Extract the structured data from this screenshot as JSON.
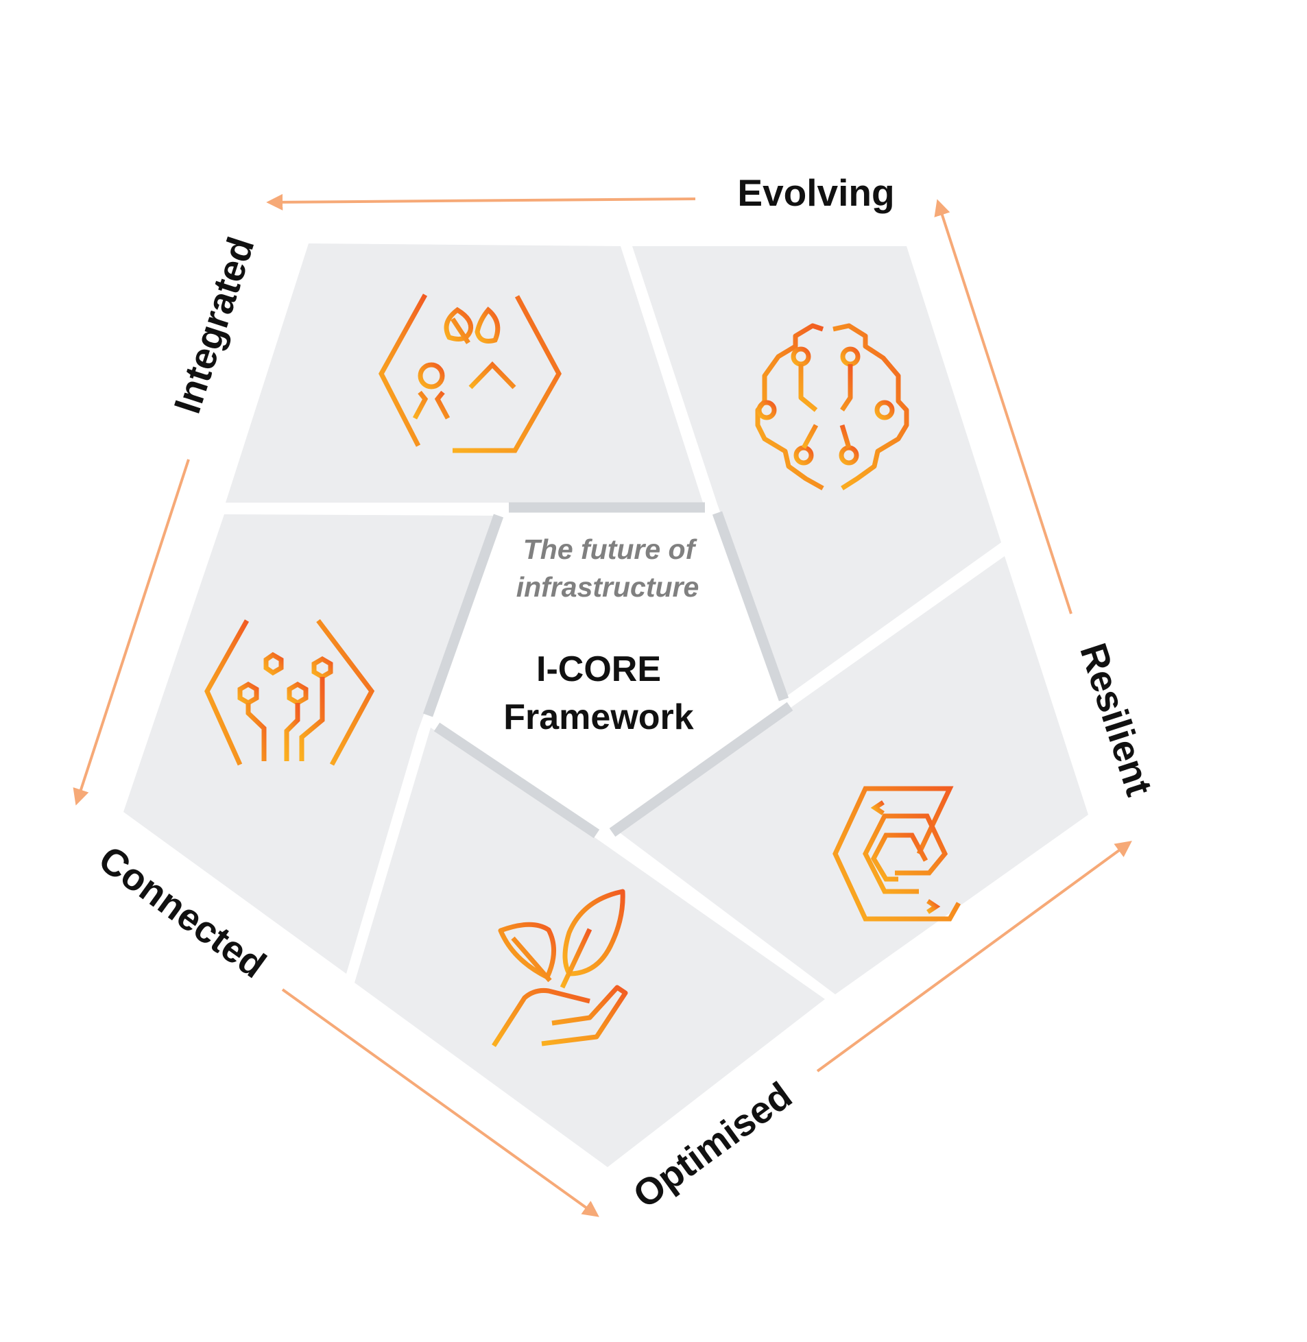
{
  "center": {
    "tagline_line1": "The future of",
    "tagline_line2": "infrastructure",
    "title_line1": "I-CORE",
    "title_line2": "Framework"
  },
  "cycle_labels": {
    "evolving": "Evolving",
    "resilient": "Resilient",
    "optimised": "Optimised",
    "connected": "Connected",
    "integrated": "Integrated"
  },
  "segments": [
    {
      "theme": "integrated",
      "icon": "hexagon-people-nature-building-icon"
    },
    {
      "theme": "evolving",
      "icon": "brain-circuit-icon"
    },
    {
      "theme": "resilient",
      "icon": "concentric-hexagon-cycle-icon"
    },
    {
      "theme": "optimised",
      "icon": "hand-sprout-icon"
    },
    {
      "theme": "connected",
      "icon": "hexagon-circuit-tree-icon"
    }
  ],
  "colors": {
    "panel_fill": "#ECEDEF",
    "inner_edge": "#D3D6DA",
    "arrow": "#F6A977",
    "icon_orange": "#F26722",
    "icon_yellow": "#FBB020",
    "label_text": "#111111",
    "tagline_text": "#808080"
  }
}
